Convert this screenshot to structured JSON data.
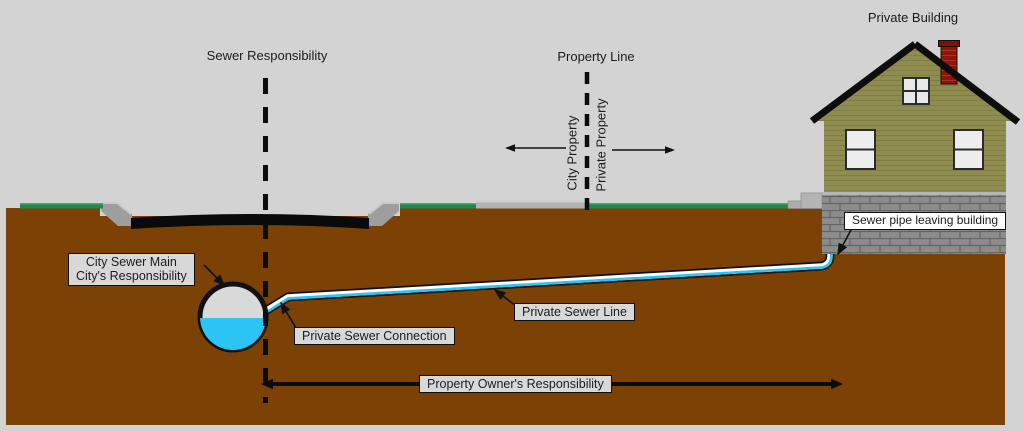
{
  "title": "Sewer Responsibility Diagram",
  "labels": {
    "sewer_responsibility": "Sewer Responsibility",
    "property_line": "Property Line",
    "city_property": "City Property",
    "private_property": "Private Property",
    "private_building": "Private Building",
    "city_sewer_main_line1": "City Sewer Main",
    "city_sewer_main_line2": "City's Responsibility",
    "private_sewer_connection": "Private Sewer Connection",
    "private_sewer_line": "Private Sewer Line",
    "sewer_pipe_leaving_building": "Sewer pipe leaving building",
    "property_owners_responsibility": "Property Owner's Responsibility"
  },
  "colors": {
    "background": "#d3d3d3",
    "ground_soil": "#7c4104",
    "grass": "#1b8a4c",
    "road_asphalt": "#0a0a0a",
    "curb_gray": "#9e9e9e",
    "sidewalk_gray": "#b2b2b2",
    "sewer_water_cyan": "#2cc5f3",
    "pipe_white": "#ffffff",
    "house_siding_olive": "#8e8c4f",
    "roof_black": "#0d0d0d",
    "foundation_gray": "#8c8c8c",
    "chimney_red": "#8e1508",
    "label_box_gray": "#d8d8d8",
    "label_box_white": "#fdfdfd",
    "line_black": "#111111"
  }
}
